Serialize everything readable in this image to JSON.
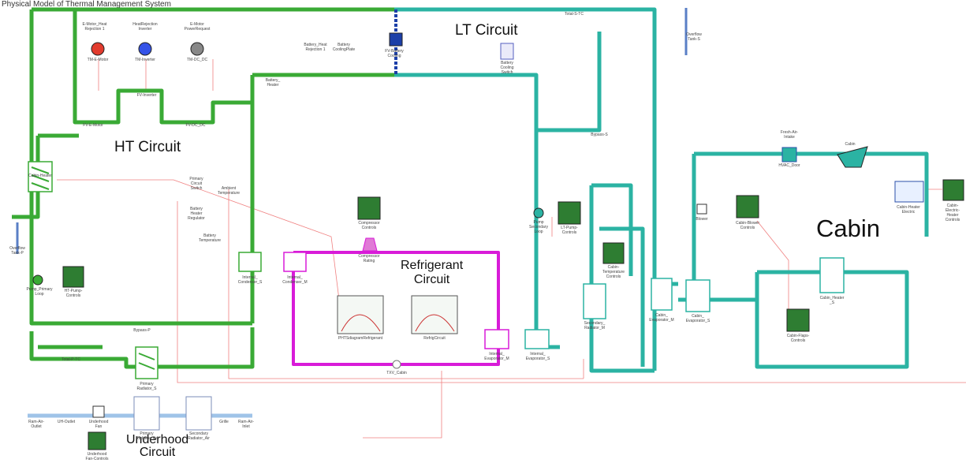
{
  "caption": "Physical Model of Thermal Management System",
  "circuits": {
    "lt": "LT Circuit",
    "ht": "HT Circuit",
    "refrigerant": "Refrigerant\nCircuit",
    "cabin": "Cabin",
    "underhood": "Underhood\nCircuit"
  },
  "colors": {
    "ht_pipe": "#3aaa35",
    "lt_pipe": "#2bb3a3",
    "refrigerant_pipe": "#d81bd8",
    "underhood_pipe": "#9fc3e8",
    "battery_link": "#1c3fa8",
    "signal_wire": "#f08080"
  },
  "labels": {
    "tm_e_motor": "TM-E-Motor",
    "tm_inverter": "TM-Inverter",
    "tm_dc_dc": "TM-DC_DC",
    "e_motor_heat": "E-Motor_Heat\nRejection 1",
    "heat_rejection_inverter": "HeatRejection\nInverter",
    "e_motor_power": "E-Motor\nPowerRequest",
    "fv_e_motor": "FV-E-Motor",
    "fv_inverter": "FV-Inverter",
    "fv_dc_dc": "FV-DC_DC",
    "battery_heat_rejection": "Battery_Heat\nRejection 1",
    "battery_cooling_plate": "Battery\nCoolingPlate",
    "fv_battery_cooling": "FV-Battery\nCooling",
    "total_s_tc": "Total-S-TC",
    "battery_cooling_switch": "Battery\nCooling\nSwitch",
    "overflow_tank_s": "Overflow\nTank-S",
    "battery_heater": "Battery_\nHeater",
    "bypass_s": "Bypass-S",
    "cabin_heater": "Cabin-Heater",
    "primary_circuit_switch": "Primary\nCircuit\nSwitch",
    "ambient_temperature": "Ambient\nTemperature",
    "battery_heater_regulator": "Battery\nHeater\nRegulator",
    "battery_temperature": "Battery\nTemperature",
    "overflow_tank_p": "Overflow\nTank-P",
    "compressor_controls": "Compressor\nControls",
    "compressor_rating": "Compressor\nRating",
    "pump_secondary_loop": "Pump\nSecondary\nLoop",
    "lt_pump_controls": "LT-Pump-\nControls",
    "internal_condenser_s": "Internal_\nCondenser_S",
    "internal_condenser_m": "Internal_\nCondenser_M",
    "pump_primary_loop": "Pump_Primary\nLoop",
    "ht_pump_controls": "HT-Pump-\nControls",
    "ph_diagram": "PHTSdiagramRefrigerant",
    "refrig_circuit": "RefrigCircuit",
    "cabin_temperature_controls": "Cabin-\nTemperature\nControls",
    "secondary_radiator_m": "Secondary_\nRadiator_M",
    "cabin_evaporator_m": "Cabin_\nEvaporator_M",
    "cabin_evaporator_s": "Cabin_\nEvaporator_S",
    "internal_evaporator_m": "Internal_\nEvaporator_M",
    "internal_evaporator_s": "Internal_\nEvaporator_S",
    "bypass_p": "Bypass-P",
    "total_p_tc": "Total-P-TC",
    "primary_radiator_s": "Primary\nRadiator_S",
    "txv_cabin": "TXV_Cabin",
    "fresh_air_intake": "Fresh-Air-\nIntake",
    "hvac_door": "HVAC_Door",
    "cabin": "Cabin",
    "blower": "Blower",
    "cabin_blower_controls": "Cabin-Blower\nControls",
    "cabin_heater_electric": "Cabin-Heater\nElectric",
    "cabin_electric_heater_controls": "Cabin-\nElectric-\nHeater\nControls",
    "cabin_heater_s": "Cabin_Heater\n_S",
    "cabin_flaps_controls": "Cabin-Flaps-\nControls",
    "ram_air_outlet": "Ram-Air-\nOutlet",
    "uh_outlet": "UH-Outlet",
    "underhood_fan": "Underhood\nFan",
    "primary_radiator_air": "Primary\nRadiator_Air",
    "secondary_radiator_air": "Secondary\nRadiator_Air",
    "grille": "Grille",
    "ram_air_inlet": "Ram-Air-\nInlet",
    "underhood_fan_controls": "Underhood\nFan-Controls"
  }
}
